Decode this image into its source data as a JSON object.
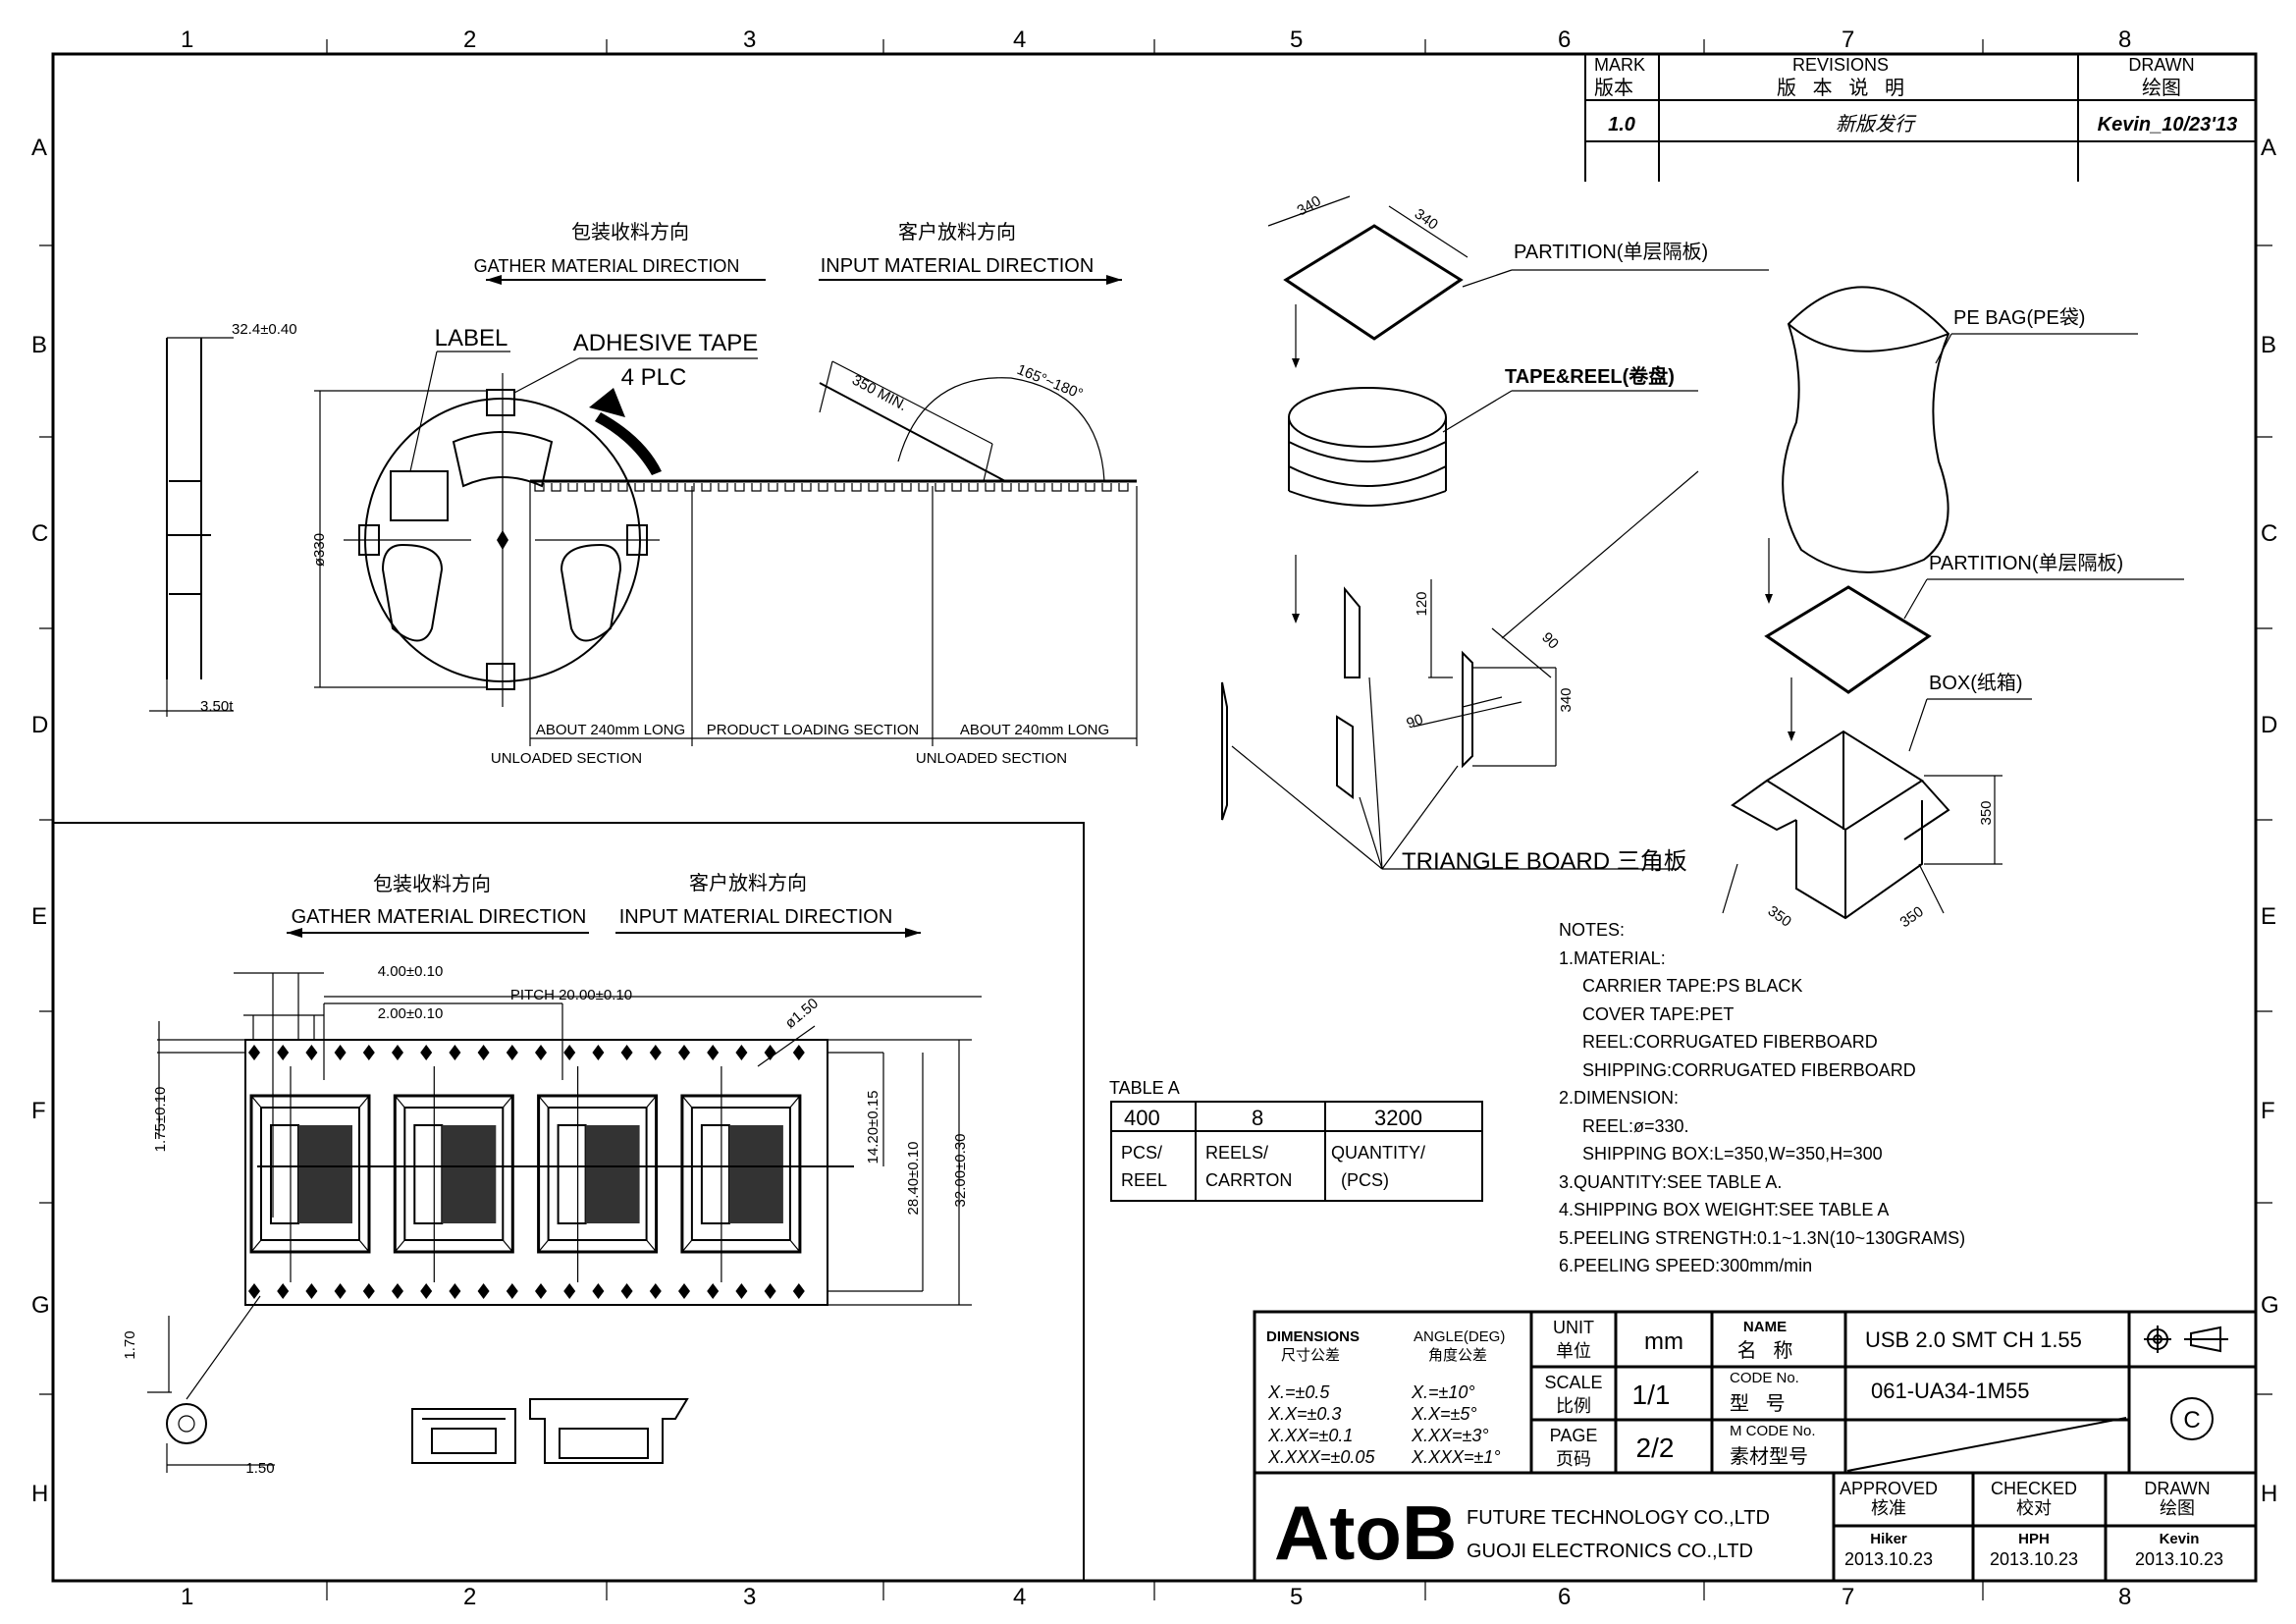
{
  "grid": {
    "columns": [
      "1",
      "2",
      "3",
      "4",
      "5",
      "6",
      "7",
      "8"
    ],
    "rows": [
      "A",
      "B",
      "C",
      "D",
      "E",
      "F",
      "G",
      "H"
    ]
  },
  "revisions": {
    "mark_label": "MARK",
    "mark_label_cn": "版本",
    "revisions_label": "REVISIONS",
    "revisions_label_cn": "版   本   说   明",
    "drawn_label": "DRAWN",
    "drawn_label_cn": "绘图",
    "rows": [
      {
        "mark": "1.0",
        "description": "新版发行",
        "drawn": "Kevin_10/23'13"
      }
    ]
  },
  "reel_view": {
    "gather_cn": "包装收料方向",
    "gather": "GATHER MATERIAL DIRECTION",
    "input_cn": "客户放料方向",
    "input": "INPUT MATERIAL DIRECTION",
    "width_dim": "32.4±0.40",
    "thickness_dim": "3.50t",
    "label": "LABEL",
    "adhesive_tape": "ADHESIVE TAPE",
    "plc": "4 PLC",
    "diameter": "ø330",
    "peel_length": "350 MIN.",
    "peel_angle": "165°~180°",
    "section_1": "ABOUT 240mm LONG",
    "section_2": "PRODUCT LOADING SECTION",
    "section_3": "ABOUT 240mm LONG",
    "unloaded_1": "UNLOADED SECTION",
    "unloaded_2": "UNLOADED SECTION"
  },
  "tape_view": {
    "gather_cn": "包装收料方向",
    "gather": "GATHER MATERIAL DIRECTION",
    "input_cn": "客户放料方向",
    "input": "INPUT MATERIAL DIRECTION",
    "hole_pitch": "4.00±0.10",
    "hole_offset": "2.00±0.10",
    "pitch": "PITCH 20.00±0.10",
    "hole_dia": "ø1.50",
    "edge": "1.75±0.10",
    "center": "14.20±0.15",
    "pocket_span": "28.40±0.10",
    "tape_width": "32.00±0.30",
    "detail_h": "1.70",
    "detail_w": "1.50",
    "pocket_count": 4
  },
  "packaging": {
    "partition_1": "PARTITION(单层隔板)",
    "partition_dim_a": "340",
    "partition_dim_b": "340",
    "tape_reel": "TAPE&REEL(卷盘)",
    "pe_bag": "PE BAG(PE袋)",
    "partition_2": "PARTITION(单层隔板)",
    "box": "BOX(纸箱)",
    "triangle_board": "TRIANGLE BOARD 三角板",
    "tri_h": "120",
    "tri_w1": "90",
    "tri_w2": "90",
    "tri_len": "340",
    "box_h": "350",
    "box_l": "350",
    "box_w": "350"
  },
  "table_a": {
    "title": "TABLE A",
    "values": [
      "400",
      "8",
      "3200"
    ],
    "labels": [
      [
        "PCS/",
        "REEL"
      ],
      [
        "REELS/",
        "CARRTON"
      ],
      [
        "QUANTITY/",
        "(PCS)"
      ]
    ]
  },
  "notes": {
    "title": "NOTES:",
    "lines": [
      "1.MATERIAL:",
      "CARRIER TAPE:PS BLACK",
      "COVER TAPE:PET",
      "REEL:CORRUGATED FIBERBOARD",
      "SHIPPING:CORRUGATED FIBERBOARD",
      "2.DIMENSION:",
      "REEL:ø=330.",
      "SHIPPING BOX:L=350,W=350,H=300",
      "3.QUANTITY:SEE TABLE A.",
      "4.SHIPPING BOX WEIGHT:SEE TABLE A",
      "5.PEELING STRENGTH:0.1~1.3N(10~130GRAMS)",
      "6.PEELING SPEED:300mm/min"
    ]
  },
  "title_block": {
    "dimensions_label": "DIMENSIONS",
    "dimensions_cn": "尺寸公差",
    "angle_label": "ANGLE(DEG)",
    "angle_cn": "角度公差",
    "dim_tol": [
      "X.=±0.5",
      "X.X=±0.3",
      "X.XX=±0.1",
      "X.XXX=±0.05"
    ],
    "ang_tol": [
      "X.=±10°",
      "X.X=±5°",
      "X.XX=±3°",
      "X.XXX=±1°"
    ],
    "unit_label": "UNIT",
    "unit_cn": "单位",
    "unit": "mm",
    "scale_label": "SCALE",
    "scale_cn": "比例",
    "scale": "1/1",
    "page_label": "PAGE",
    "page_cn": "页码",
    "page": "2/2",
    "name_label": "NAME",
    "name_cn": "名   称",
    "name": "USB 2.0 SMT CH 1.55",
    "code_label": "CODE No.",
    "code_cn": "型   号",
    "code": "061-UA34-1M55",
    "mcode_label": "M CODE No.",
    "mcode_cn": "素材型号",
    "copyright": "C",
    "logo": "AtoB",
    "company_1": "FUTURE TECHNOLOGY CO.,LTD",
    "company_2": "GUOJI ELECTRONICS CO.,LTD",
    "approved_label": "APPROVED",
    "approved_cn": "核准",
    "checked_label": "CHECKED",
    "checked_cn": "校对",
    "drawn_label": "DRAWN",
    "drawn_cn": "绘图",
    "approved_by": "Hiker",
    "approved_date": "2013.10.23",
    "checked_by": "HPH",
    "checked_date": "2013.10.23",
    "drawn_by": "Kevin",
    "drawn_date": "2013.10.23"
  }
}
